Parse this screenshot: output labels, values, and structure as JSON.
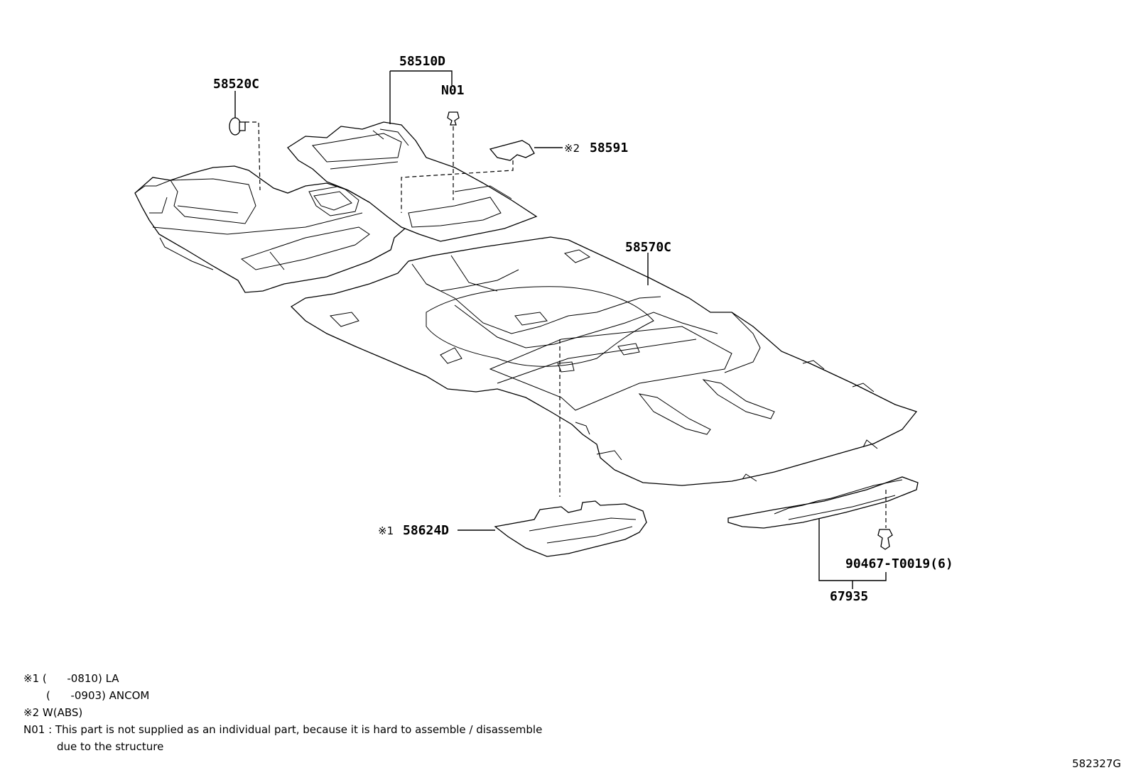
{
  "callouts": {
    "part_58520C": "58520C",
    "part_58510D": "58510D",
    "part_N01": "N01",
    "mark_2_a": "※2",
    "part_58591": "58591",
    "part_58570C": "58570C",
    "mark_1": "※1",
    "part_58624D": "58624D",
    "part_90467": "90467-T0019(6)",
    "part_67935": "67935"
  },
  "notes": [
    {
      "mark": "※1",
      "text": "(      -0810) LA"
    },
    {
      "mark": "",
      "text": "(      -0903) ANCOM"
    },
    {
      "mark": "※2",
      "text": "W(ABS)"
    },
    {
      "mark": "N01 :",
      "text": "This part is not supplied as an individual part, because it is hard to assemble / disassemble"
    },
    {
      "mark": "",
      "text": "due to the structure"
    }
  ],
  "diagram_ref": "582327G"
}
